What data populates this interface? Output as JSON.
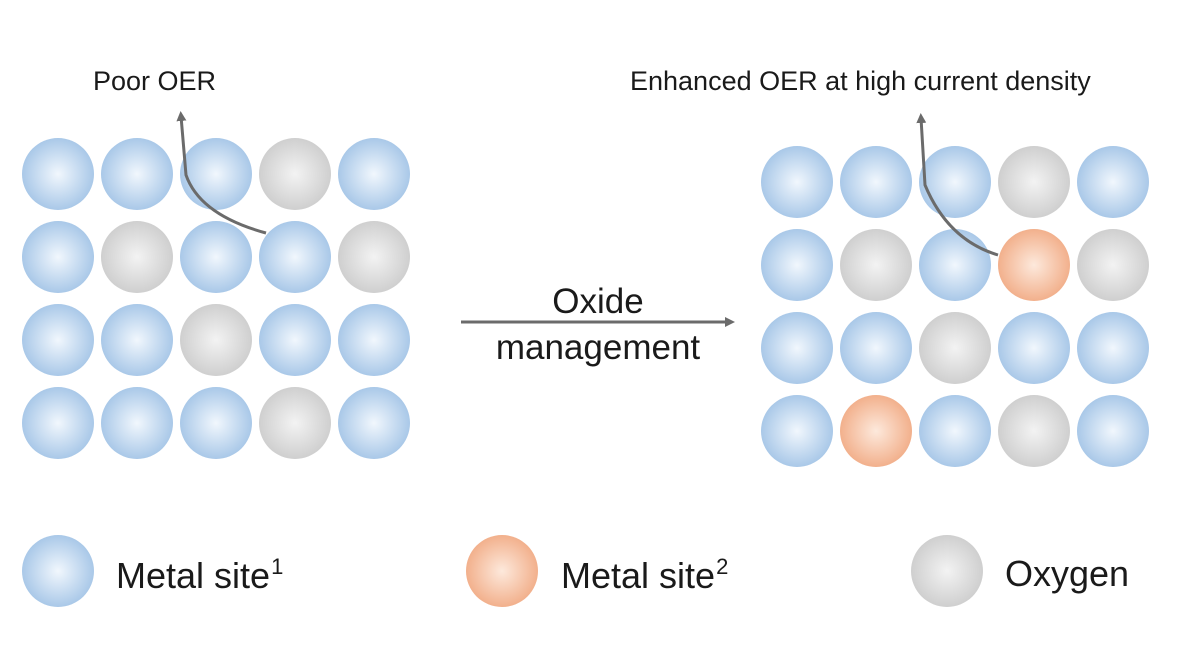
{
  "labels": {
    "left_callout": "Poor OER",
    "right_callout": "Enhanced OER at high current density",
    "process_line1": "Oxide",
    "process_line2": "management"
  },
  "legend": [
    {
      "text": "Metal site",
      "sup": "1",
      "type": "metal1"
    },
    {
      "text": "Metal site",
      "sup": "2",
      "type": "metal2"
    },
    {
      "text": "Oxygen",
      "sup": "",
      "type": "oxygen"
    }
  ],
  "lattice_before": [
    [
      "metal1",
      "metal1",
      "metal1",
      "oxygen",
      "metal1"
    ],
    [
      "metal1",
      "oxygen",
      "metal1",
      "metal1",
      "oxygen"
    ],
    [
      "metal1",
      "metal1",
      "oxygen",
      "metal1",
      "metal1"
    ],
    [
      "metal1",
      "metal1",
      "metal1",
      "oxygen",
      "metal1"
    ]
  ],
  "lattice_after": [
    [
      "metal1",
      "metal1",
      "metal1",
      "oxygen",
      "metal1"
    ],
    [
      "metal1",
      "oxygen",
      "metal1",
      "metal2",
      "oxygen"
    ],
    [
      "metal1",
      "metal1",
      "oxygen",
      "metal1",
      "metal1"
    ],
    [
      "metal1",
      "metal2",
      "metal1",
      "oxygen",
      "metal1"
    ]
  ],
  "colors": {
    "metal1": "#a9c8e8",
    "metal1_light": "#f1f7fd",
    "metal2": "#f2b08c",
    "metal2_light": "#fde9dc",
    "oxygen": "#cfcfcf",
    "oxygen_light": "#f3f3f3",
    "arrow": "#6b6b6b"
  }
}
